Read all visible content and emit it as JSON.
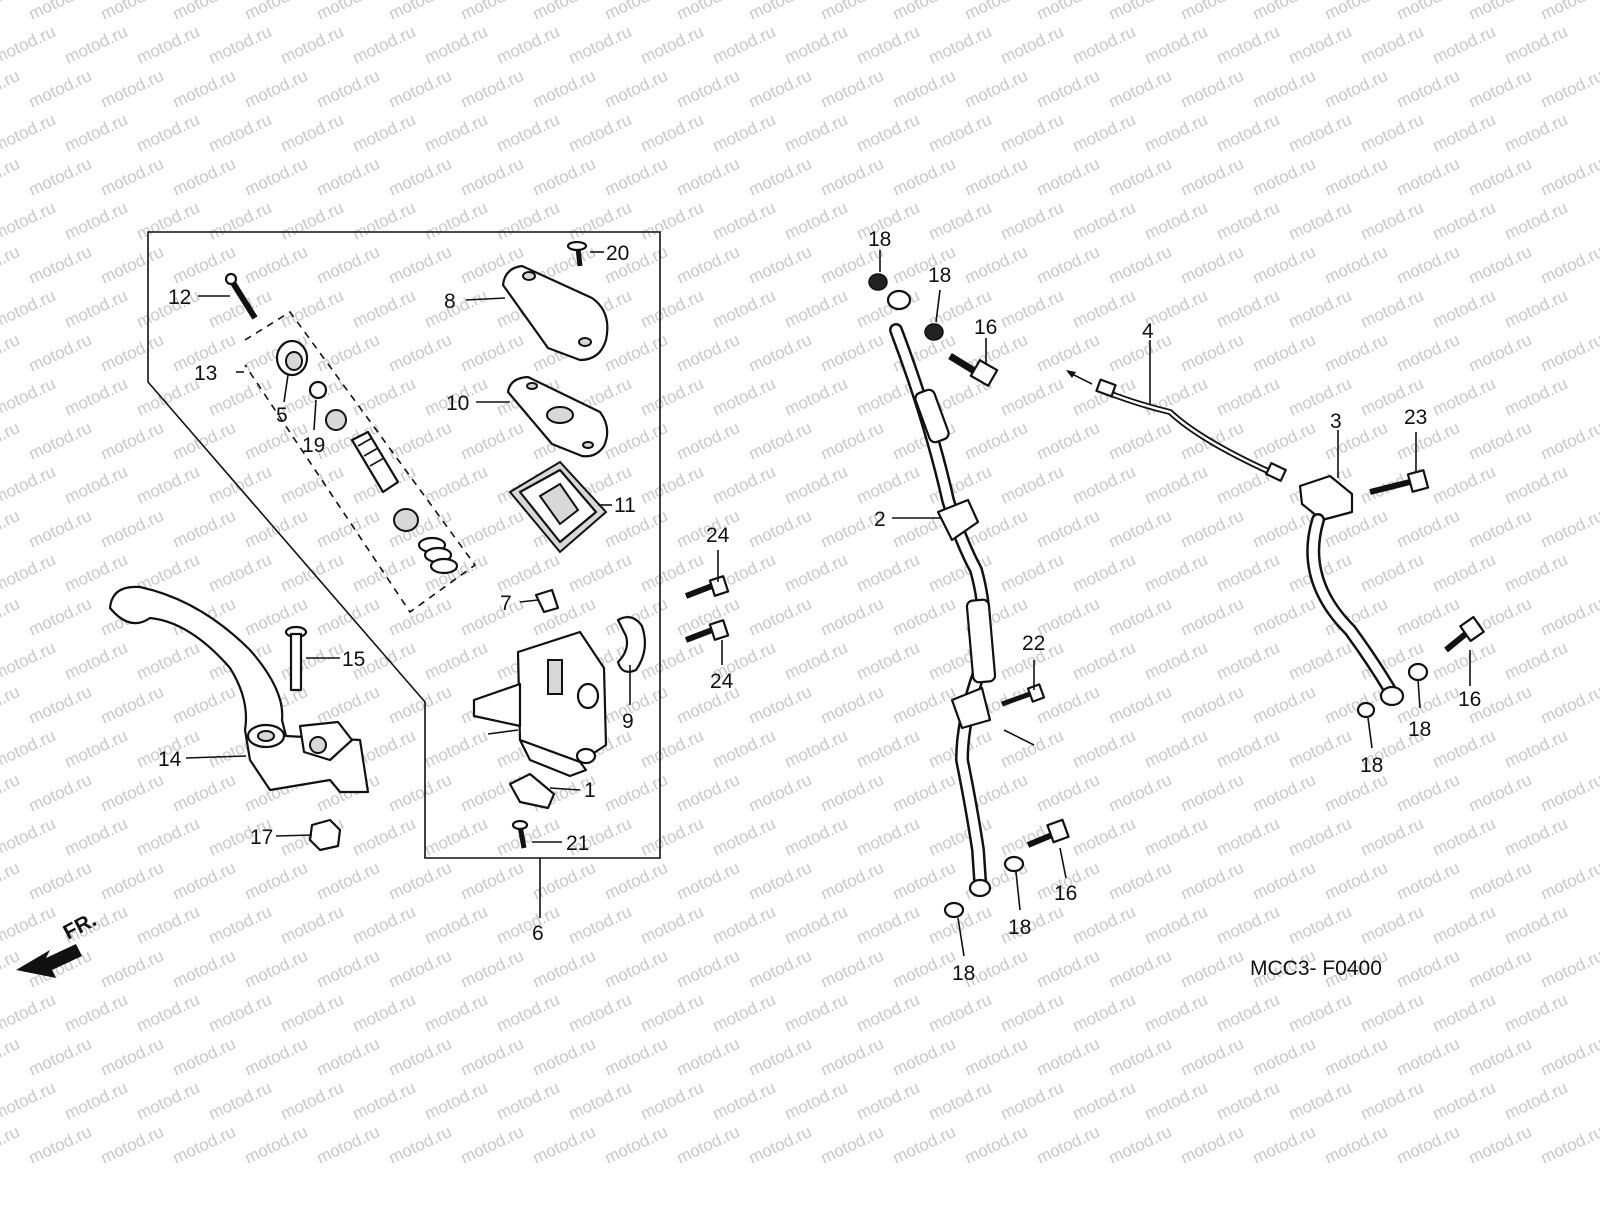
{
  "watermark": "motod.ru",
  "diagram_code": "MCC3- F0400",
  "front_marker": "FR.",
  "callouts": [
    {
      "id": "c1",
      "label": "1"
    },
    {
      "id": "c2",
      "label": "2"
    },
    {
      "id": "c3",
      "label": "3"
    },
    {
      "id": "c4",
      "label": "4"
    },
    {
      "id": "c5",
      "label": "5"
    },
    {
      "id": "c6",
      "label": "6"
    },
    {
      "id": "c7",
      "label": "7"
    },
    {
      "id": "c8",
      "label": "8"
    },
    {
      "id": "c9",
      "label": "9"
    },
    {
      "id": "c10",
      "label": "10"
    },
    {
      "id": "c11",
      "label": "11"
    },
    {
      "id": "c12",
      "label": "12"
    },
    {
      "id": "c13",
      "label": "13"
    },
    {
      "id": "c14",
      "label": "14"
    },
    {
      "id": "c15",
      "label": "15"
    },
    {
      "id": "c16a",
      "label": "16"
    },
    {
      "id": "c16b",
      "label": "16"
    },
    {
      "id": "c16c",
      "label": "16"
    },
    {
      "id": "c17",
      "label": "17"
    },
    {
      "id": "c18a",
      "label": "18"
    },
    {
      "id": "c18b",
      "label": "18"
    },
    {
      "id": "c18c",
      "label": "18"
    },
    {
      "id": "c18d",
      "label": "18"
    },
    {
      "id": "c18e",
      "label": "18"
    },
    {
      "id": "c18f",
      "label": "18"
    },
    {
      "id": "c19",
      "label": "19"
    },
    {
      "id": "c20",
      "label": "20"
    },
    {
      "id": "c21",
      "label": "21"
    },
    {
      "id": "c22",
      "label": "22"
    },
    {
      "id": "c23",
      "label": "23"
    },
    {
      "id": "c24a",
      "label": "24"
    },
    {
      "id": "c24b",
      "label": "24"
    }
  ]
}
